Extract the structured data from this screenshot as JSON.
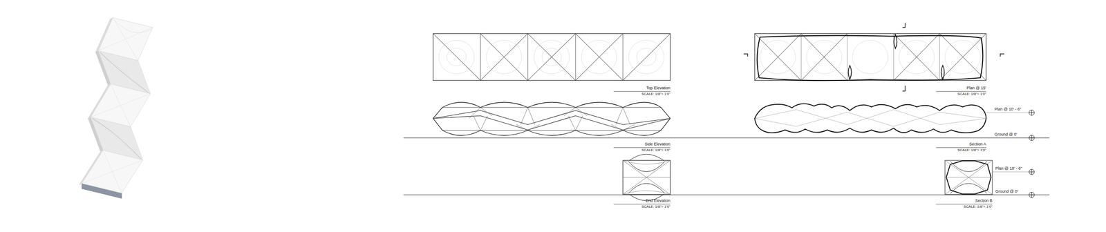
{
  "diagram": {
    "labels": [
      "Top Elevation",
      "SCALE: 1/8\"= 1'0\"",
      "Plan @ 15'",
      "SCALE: 1/8\"= 1'0\"",
      "Side Elevation",
      "SCALE: 1/8\"= 1'0\"",
      "Plan @ 10' - 6\"",
      "Ground @ 0'",
      "Section A",
      "SCALE: 1/8\"= 1'0\"",
      "End Elevation",
      "SCALE: 1/8\"= 1'0\"",
      "Plan @ 10' - 6\"",
      "Ground @ 0'",
      "Section B",
      "SCALE: 1/8\"= 1'0\""
    ]
  }
}
